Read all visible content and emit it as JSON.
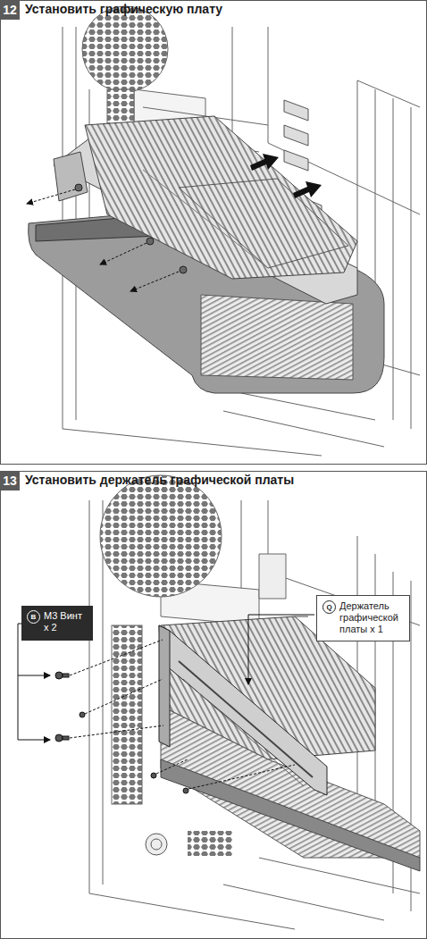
{
  "diagram": {
    "nodes": [
      {
        "text": [
          "12",
          "Установить графическую плату"
        ]
      },
      {
        "text": [
          "13",
          "Установить держатель графической платы"
        ]
      },
      {
        "text": [
          "B",
          "M3 Винт x 2"
        ]
      },
      {
        "text": [
          "Q",
          "Держатель графической платы x 1"
        ]
      }
    ]
  }
}
